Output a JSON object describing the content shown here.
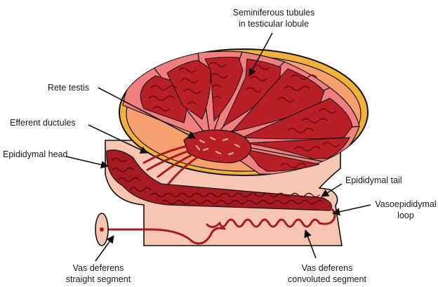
{
  "labels": {
    "seminiferous_line1": "Seminiferous tubules",
    "seminiferous_line2": "in testicular lobule",
    "rete_testis": "Rete testis",
    "efferent_ductules": "Efferent ductules",
    "epididymal_head": "Epididymal head",
    "epididymal_tail": "Epididymal tail",
    "vasoepididymal_line1": "Vasoepididymal",
    "vasoepididymal_line2": "loop",
    "vas_straight_line1": "Vas deferens",
    "vas_straight_line2": "straight segment",
    "vas_convoluted_line1": "Vas deferens",
    "vas_convoluted_line2": "convoluted segment"
  },
  "colors": {
    "tunica": "#f2b13a",
    "lobule_fill": "#f07f7f",
    "tubule_fill": "#b81f26",
    "tubule_coil": "#6a0a0e",
    "rete": "#b81f26",
    "epididymis_body": "#f6c6b3",
    "epididymis_duct": "#a61a22",
    "outline": "#111111"
  }
}
